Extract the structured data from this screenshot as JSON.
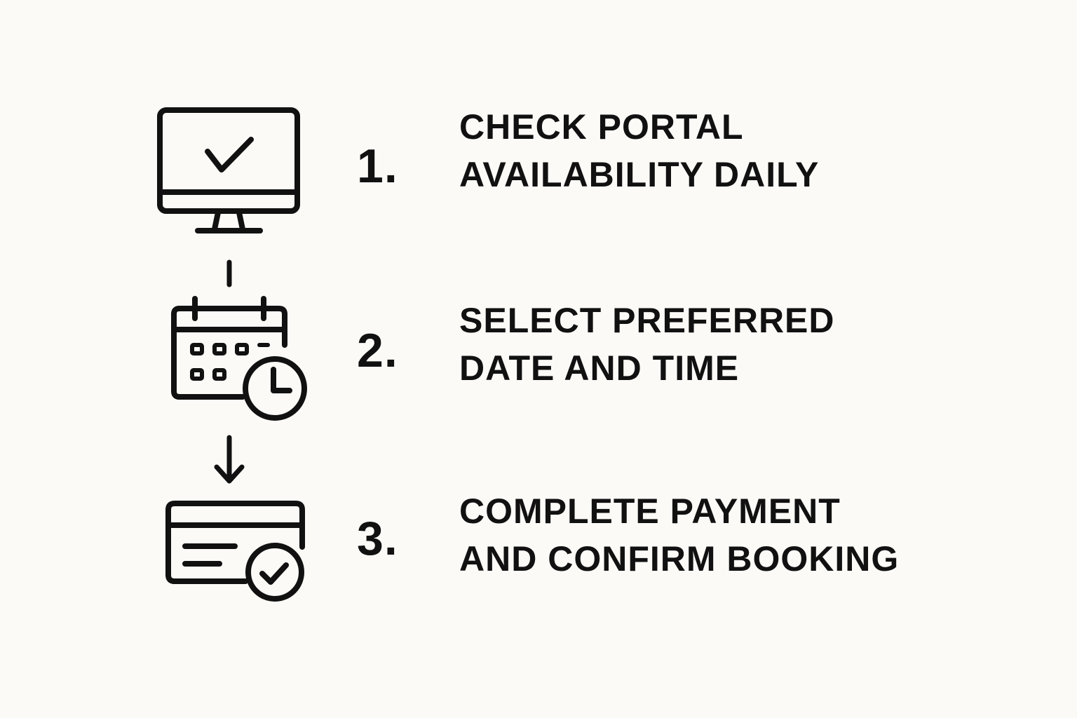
{
  "steps": [
    {
      "number": "1.",
      "line1": "CHECK PORTAL",
      "line2": "AVAILABILITY DAILY",
      "icon": "monitor-check-icon"
    },
    {
      "number": "2.",
      "line1": "SELECT PREFERRED",
      "line2": "DATE AND TIME",
      "icon": "calendar-clock-icon"
    },
    {
      "number": "3.",
      "line1": "COMPLETE PAYMENT",
      "line2": "AND CONFIRM BOOKING",
      "icon": "payment-card-check-icon"
    }
  ],
  "connectors": [
    {
      "icon": "connector-line-icon"
    },
    {
      "icon": "arrow-down-icon"
    }
  ],
  "colors": {
    "background": "#fbfaf7",
    "ink": "#111111"
  }
}
